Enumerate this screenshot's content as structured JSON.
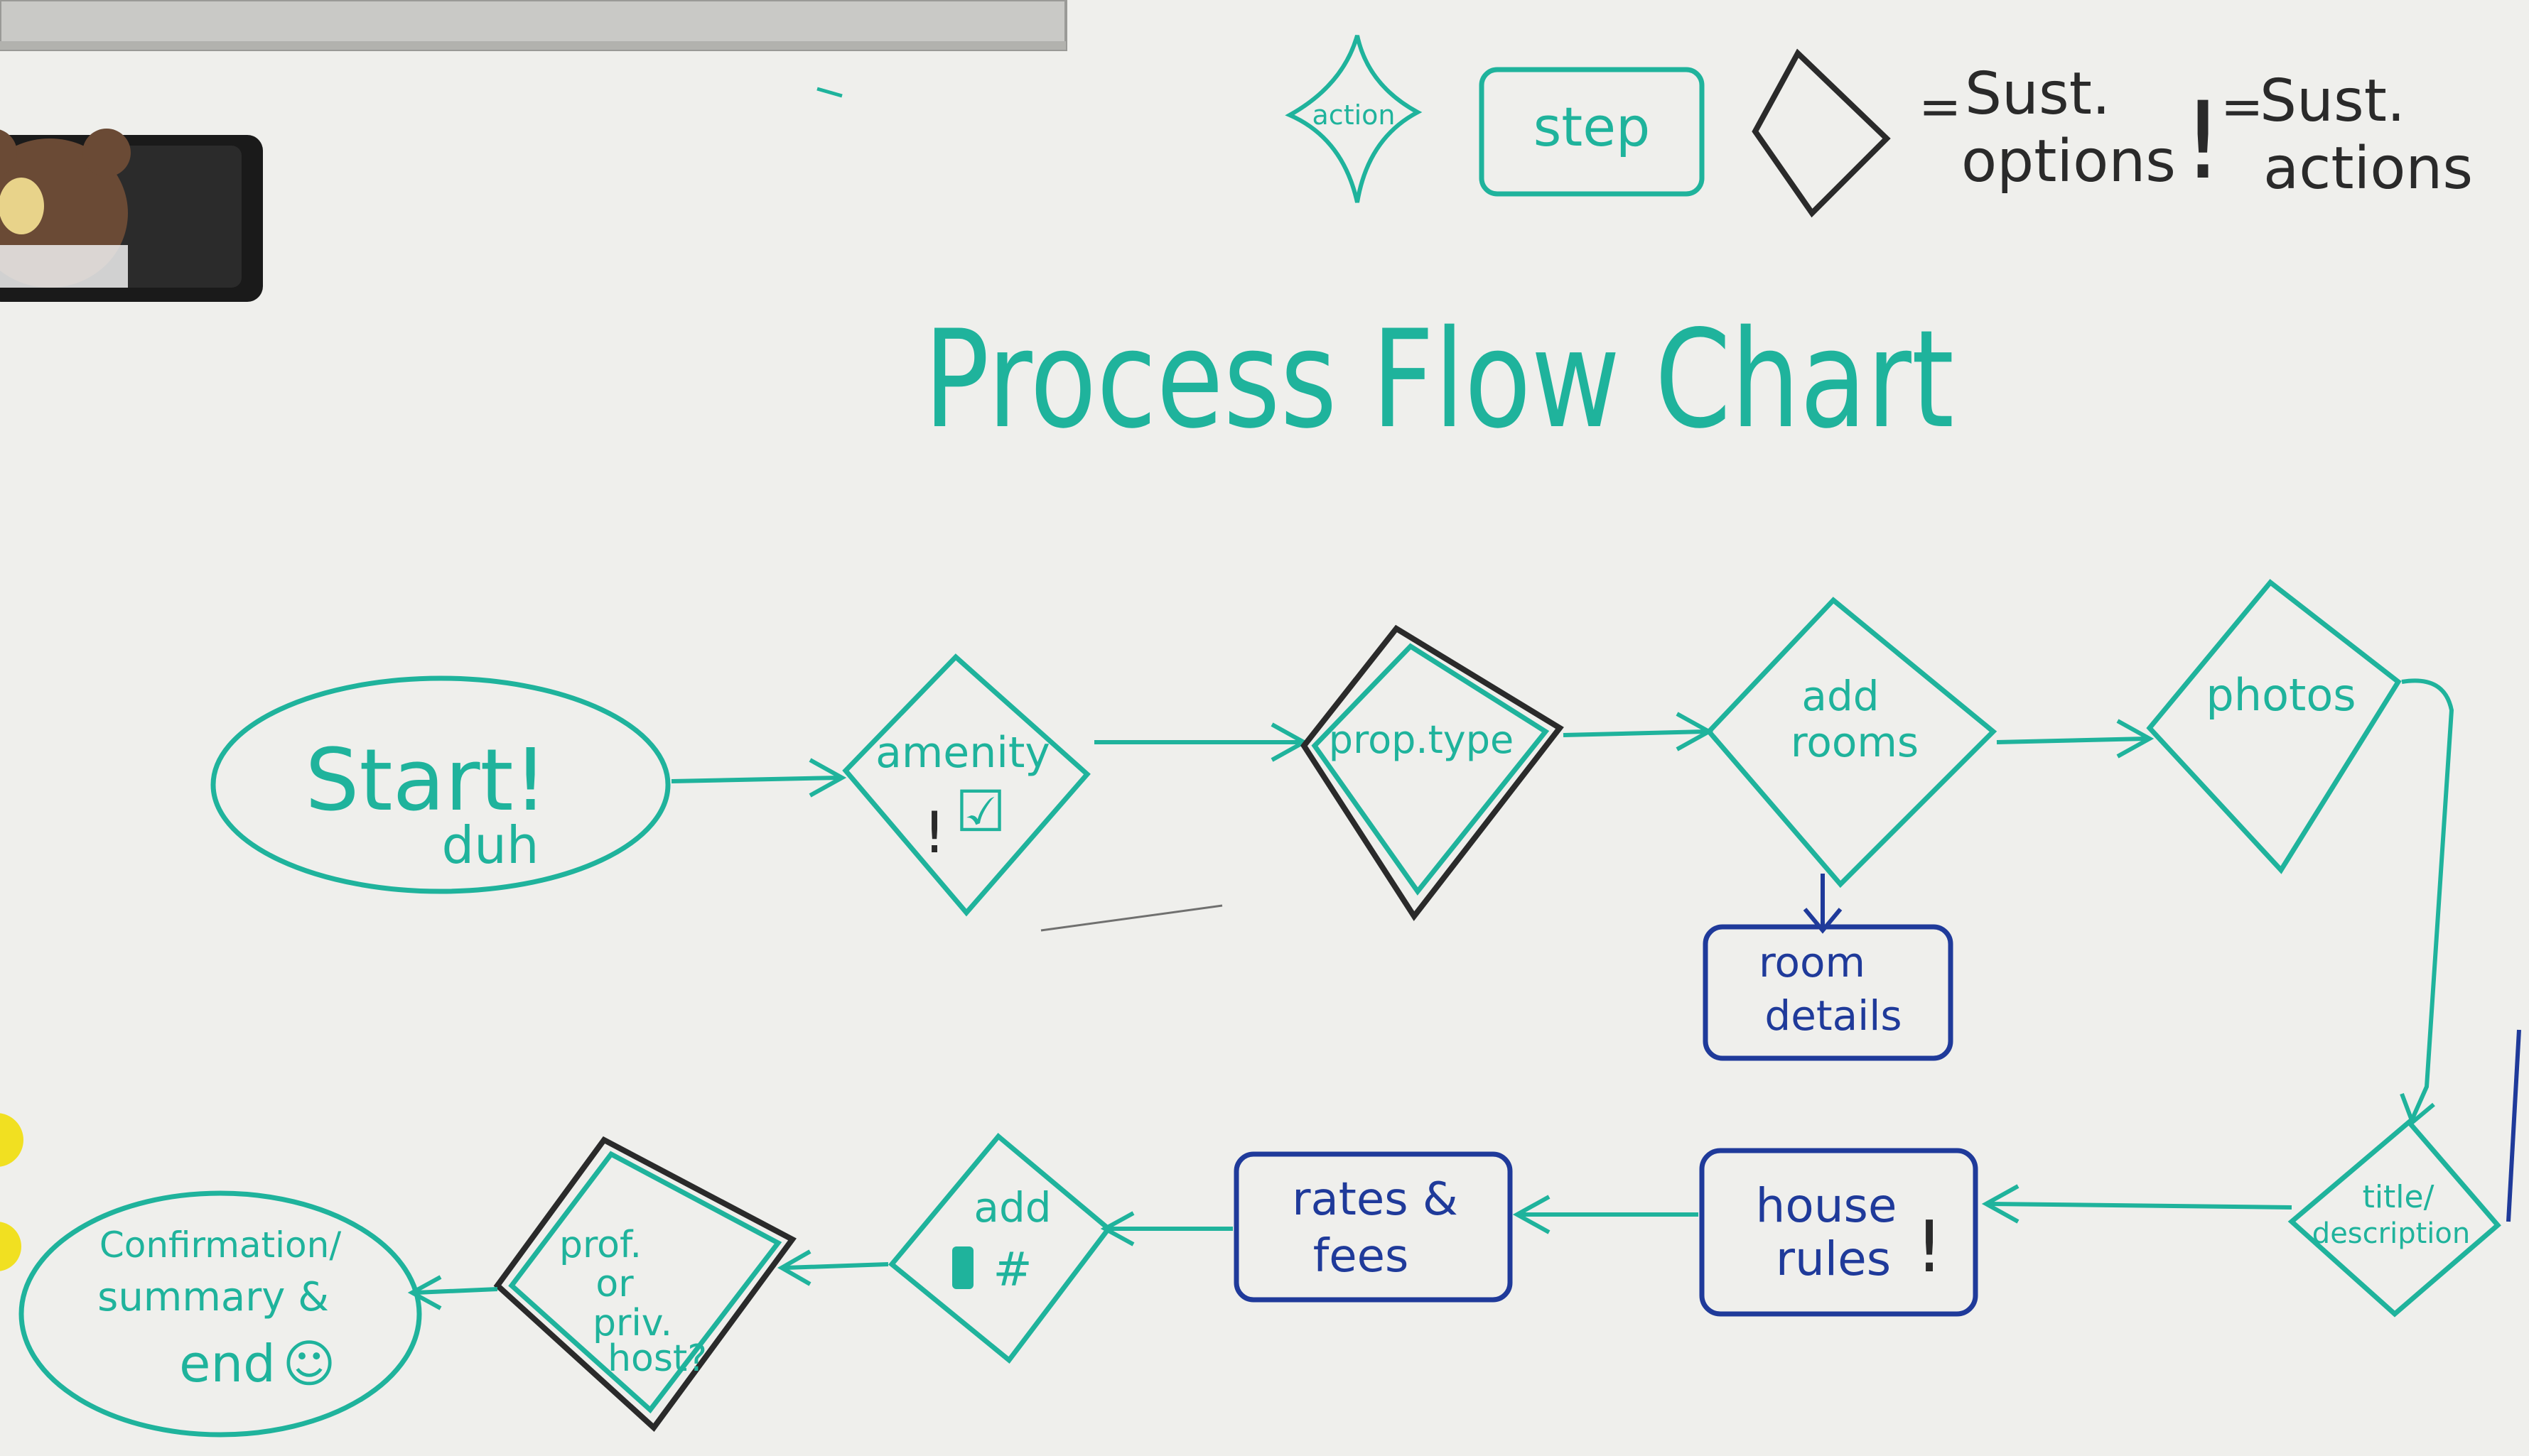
{
  "colors": {
    "teal": "#1fb39c",
    "blue": "#1f3a9a",
    "black": "#2a2a2a",
    "board": "#efefec"
  },
  "legend": {
    "action": "action",
    "step": "step",
    "equals_1": "=",
    "options_line1": "Sust.",
    "options_line2": "options",
    "bang": "!",
    "equals_2": "=",
    "actions_line1": "Sust.",
    "actions_line2": "actions"
  },
  "title": "Process Flow Chart",
  "nodes": {
    "start_line1": "Start!",
    "start_line2": "duh",
    "amenity_line1": "amenity",
    "amenity_bang": "!",
    "amenity_check": "☑",
    "prop_type": "prop.type",
    "add_rooms_line1": "add",
    "add_rooms_line2": "rooms",
    "room_details_line1": "room",
    "room_details_line2": "details",
    "photos": "photos",
    "title_desc_line1": "title/",
    "title_desc_line2": "description",
    "house_rules_line1": "house",
    "house_rules_line2": "rules",
    "house_rules_bang": "!",
    "rates_fees_line1": "rates &",
    "rates_fees_line2": "fees",
    "add_hash_line1": "add",
    "add_hash_line2": "#",
    "prof_line1": "prof.",
    "prof_line2": "or",
    "prof_line3": "priv.",
    "prof_line4": "host?",
    "confirm_line1": "Confirmation/",
    "confirm_line2": "summary &",
    "confirm_line3": "end",
    "smiley": "☺"
  }
}
